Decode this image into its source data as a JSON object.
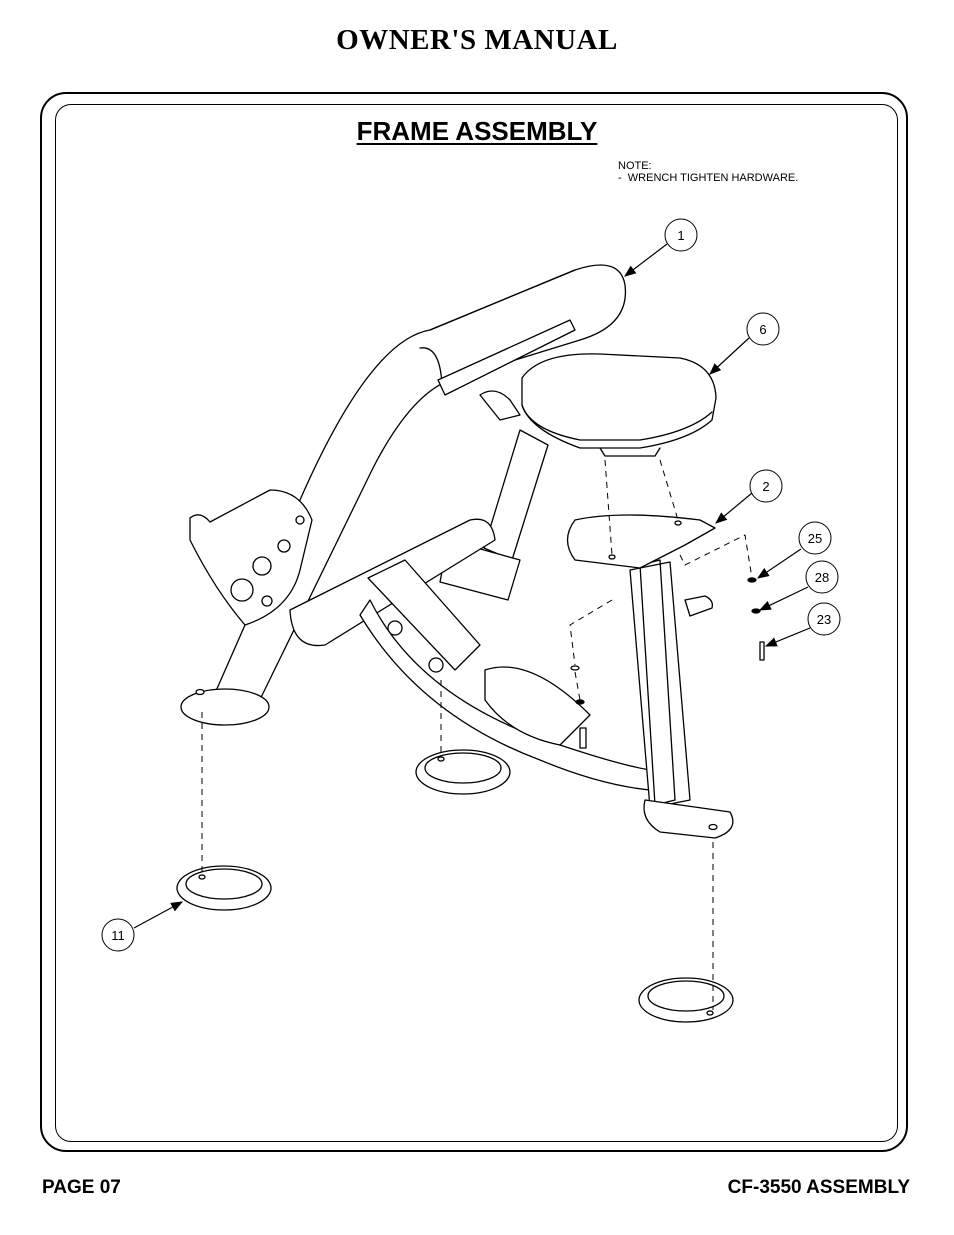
{
  "header": {
    "title": "OWNER'S MANUAL"
  },
  "section": {
    "title": "FRAME ASSEMBLY"
  },
  "note": {
    "heading": "NOTE:",
    "line1": "-  WRENCH TIGHTEN HARDWARE."
  },
  "callouts": {
    "c1": "1",
    "c6": "6",
    "c2": "2",
    "c25": "25",
    "c28": "28",
    "c23": "23",
    "c11": "11"
  },
  "footer": {
    "page": "PAGE 07",
    "model": "CF-3550 ASSEMBLY"
  }
}
